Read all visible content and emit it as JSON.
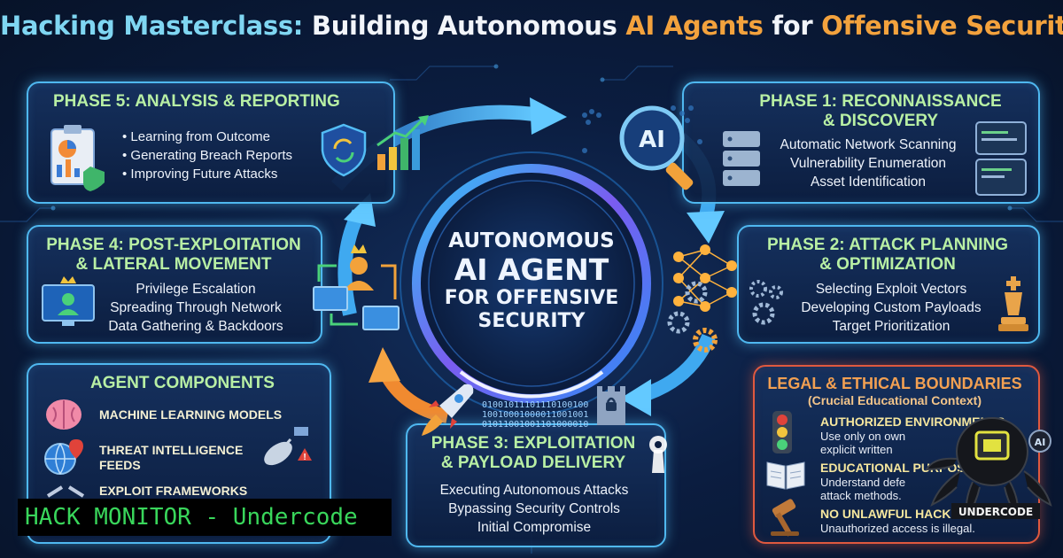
{
  "title": {
    "part1": "Hacking Masterclass:",
    "part2": " Building Autonomous ",
    "part3": "AI Agents",
    "part4": " for ",
    "part5": "Offensive Security"
  },
  "center": {
    "line1": "AUTONOMOUS",
    "line2": "AI AGENT",
    "line3": "FOR OFFENSIVE",
    "line4": "SECURITY"
  },
  "phase1": {
    "title1": "PHASE 1: RECONNAISSANCE",
    "title2": "& DISCOVERY",
    "items": [
      "Automatic Network Scanning",
      "Vulnerability Enumeration",
      "Asset Identification"
    ],
    "ai_label": "AI"
  },
  "phase2": {
    "title1": "PHASE 2: ATTACK PLANNING",
    "title2": "& OPTIMIZATION",
    "items": [
      "Selecting Exploit Vectors",
      "Developing Custom Payloads",
      "Target Prioritization"
    ]
  },
  "phase3": {
    "title1": "PHASE 3: EXPLOITATION",
    "title2": "& PAYLOAD DELIVERY",
    "items": [
      "Executing Autonomous Attacks",
      "Bypassing Security Controls",
      "Initial Compromise"
    ],
    "binary1": "01001011101110100100",
    "binary2": "10010001000011001001",
    "binary3": "01011001001101000010"
  },
  "phase4": {
    "title1": "PHASE 4: POST-EXPLOITATION",
    "title2": "& LATERAL MOVEMENT",
    "items": [
      "Privilege Escalation",
      "Spreading Through Network",
      "Data Gathering & Backdoors"
    ]
  },
  "phase5": {
    "title": "PHASE 5: ANALYSIS & REPORTING",
    "items": [
      "Learning from Outcome",
      "Generating Breach Reports",
      "Improving Future Attacks"
    ]
  },
  "components": {
    "title": "AGENT COMPONENTS",
    "items": [
      "MACHINE LEARNING MODELS",
      "THREAT INTELLIGENCE",
      "FEEDS",
      "EXPLOIT FRAMEWORKS"
    ]
  },
  "legal": {
    "title": "LEGAL & ETHICAL BOUNDARIES",
    "subtitle": "(Crucial Educational Context)",
    "items": [
      {
        "heading": "AUTHORIZED ENVIRONMENTS",
        "desc1": "Use only on own",
        "desc2": "explicit written"
      },
      {
        "heading": "EDUCATIONAL PURPOSE",
        "desc1": "Understand defe",
        "desc2": "attack methods."
      },
      {
        "heading": "NO UNLAWFUL HACKING",
        "desc1": "Unauthorized access is illegal.",
        "desc2": ""
      }
    ],
    "logo_text": "UNDERCODE"
  },
  "banner": "HACK MONITOR - Undercode",
  "colors": {
    "background": "#0b1d40",
    "panel_border": "#4fb8f0",
    "legal_border": "#e0593f",
    "phase_title": "#b8efa4",
    "accent_orange": "#f3a23d",
    "banner_text": "#39d65b"
  }
}
